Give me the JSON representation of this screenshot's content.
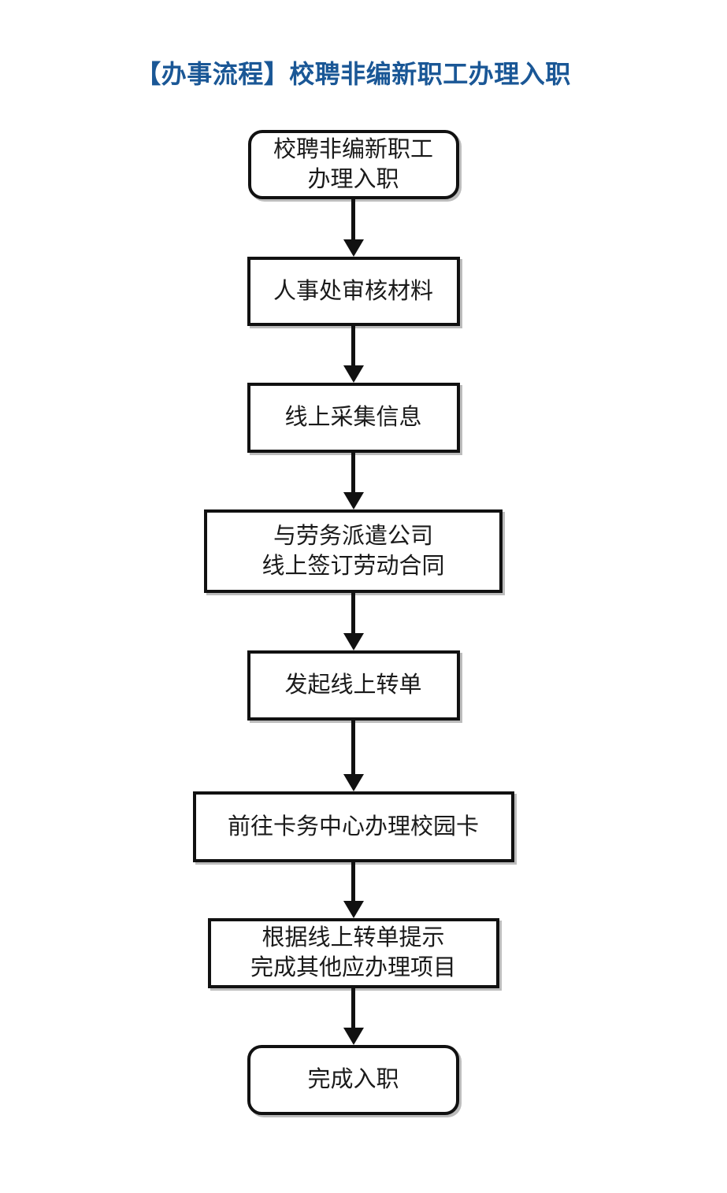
{
  "page": {
    "title": "【办事流程】校聘非编新职工办理入职"
  },
  "colors": {
    "title_text": "#1a5796",
    "box_border": "#111111",
    "box_text": "#1a1a1a",
    "box_shadow": "#bcbcbc",
    "arrow": "#111111",
    "background": "#ffffff"
  },
  "flowchart": {
    "direction": "top-to-bottom",
    "nodes": [
      {
        "id": "start",
        "shape": "rounded",
        "label": "校聘非编新职工\n办理入职"
      },
      {
        "id": "hr-review",
        "shape": "rect",
        "label": "人事处审核材料"
      },
      {
        "id": "online-collect-info",
        "shape": "rect",
        "label": "线上采集信息"
      },
      {
        "id": "sign-labor-contract",
        "shape": "rect",
        "label": "与劳务派遣公司\n线上签订劳动合同"
      },
      {
        "id": "start-online-transfer",
        "shape": "rect",
        "label": "发起线上转单"
      },
      {
        "id": "campus-card",
        "shape": "rect",
        "label": "前往卡务中心办理校园卡"
      },
      {
        "id": "other-items",
        "shape": "rect",
        "label": "根据线上转单提示\n完成其他应办理项目"
      },
      {
        "id": "end",
        "shape": "rounded",
        "label": "完成入职"
      }
    ]
  }
}
